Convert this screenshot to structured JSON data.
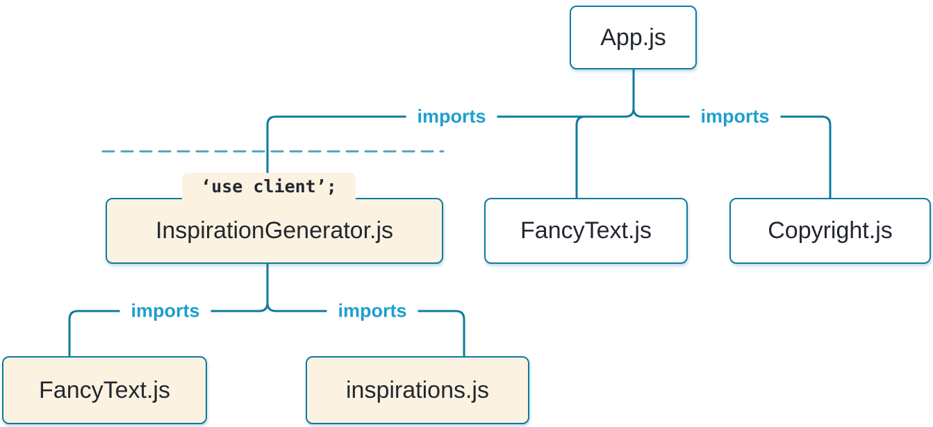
{
  "diagram": {
    "nodes": {
      "app": {
        "label": "App.js",
        "kind": "server"
      },
      "inspiration_generator": {
        "label": "InspirationGenerator.js",
        "kind": "client",
        "directive": "‘use client’;"
      },
      "fancytext_top": {
        "label": "FancyText.js",
        "kind": "server"
      },
      "copyright": {
        "label": "Copyright.js",
        "kind": "server"
      },
      "fancytext_bottom": {
        "label": "FancyText.js",
        "kind": "client"
      },
      "inspirations": {
        "label": "inspirations.js",
        "kind": "client"
      }
    },
    "edge_label": "imports",
    "colors": {
      "line": "#0E7A9E",
      "edge_label_text": "#1E9FCE",
      "node_border": "#0E7A9E",
      "server_fill": "#FFFFFF",
      "client_fill": "#FBF2E2",
      "node_text": "#23272F"
    }
  }
}
